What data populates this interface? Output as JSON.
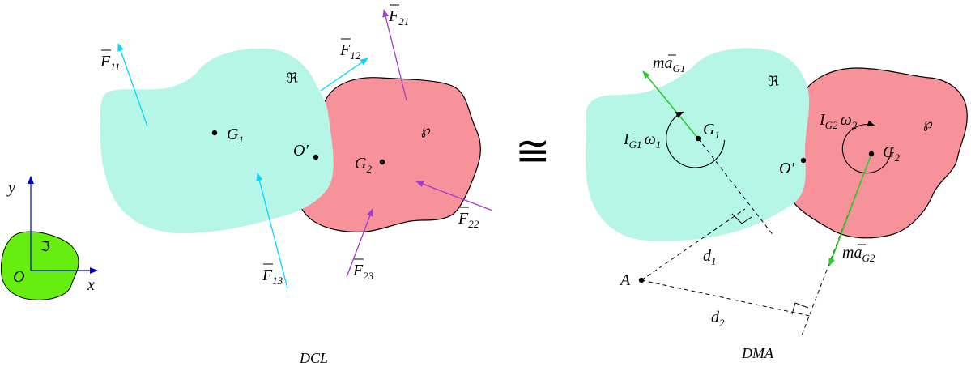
{
  "colors": {
    "body_R": "#b5f6e6",
    "body_P": "#f7929b",
    "body_I": "#66ee11",
    "force_cyan": "#00d8ff",
    "force_purple": "#a23bd0",
    "inertia_green": "#2ccc2c",
    "axis_blue": "#0000cc"
  },
  "frame": {
    "origin": "O",
    "x_axis": "x",
    "y_axis": "y",
    "body": "ℑ"
  },
  "dcl": {
    "caption": "DCL",
    "body_R": "ℜ",
    "body_P": "℘",
    "point_O": "O′",
    "g1": {
      "base": "G",
      "sub": "1"
    },
    "g2": {
      "base": "G",
      "sub": "2"
    },
    "forces": {
      "f11": {
        "base": "F",
        "sub": "11"
      },
      "f12": {
        "base": "F",
        "sub": "12"
      },
      "f13": {
        "base": "F",
        "sub": "13"
      },
      "f21": {
        "base": "F",
        "sub": "21"
      },
      "f22": {
        "base": "F",
        "sub": "22"
      },
      "f23": {
        "base": "F",
        "sub": "23"
      }
    }
  },
  "equiv_symbol": "≅",
  "dma": {
    "caption": "DMA",
    "body_R": "ℜ",
    "body_P": "℘",
    "point_O": "O′",
    "point_A": "A",
    "g1": {
      "base": "G",
      "sub": "1"
    },
    "g2": {
      "base": "G",
      "sub": "2"
    },
    "ma1": {
      "m": "m",
      "a": "a",
      "sub": "G1"
    },
    "ma2": {
      "m": "m",
      "a": "a",
      "sub": "G2"
    },
    "iw1": {
      "i": "I",
      "isub": "G1",
      "w": "ω",
      "wsub": "1"
    },
    "iw2": {
      "i": "I",
      "isub": "G2",
      "w": "ω",
      "wsub": "2"
    },
    "d1": {
      "base": "d",
      "sub": "1"
    },
    "d2": {
      "base": "d",
      "sub": "2"
    }
  }
}
